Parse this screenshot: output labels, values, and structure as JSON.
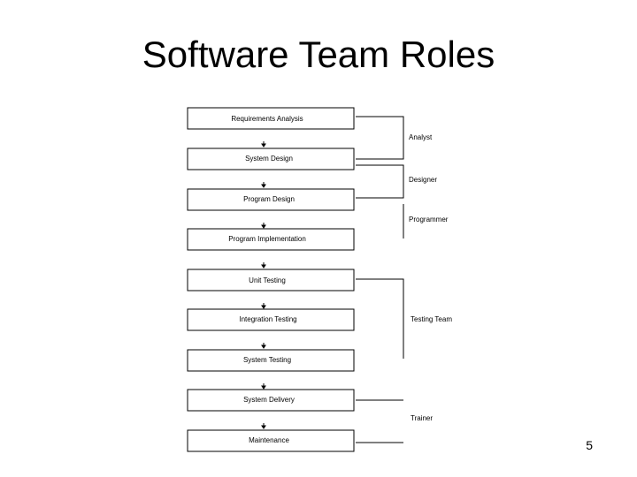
{
  "slide": {
    "title": "Software Team Roles",
    "page_number": "5"
  },
  "diagram": {
    "stages": [
      "Requirements Analysis",
      "System Design",
      "Program Design",
      "Program Implementation",
      "Unit Testing",
      "Integration Testing",
      "System Testing",
      "System Delivery",
      "Maintenance"
    ],
    "roles": [
      "Analyst",
      "Designer",
      "Programmer",
      "Testing Team",
      "Trainer"
    ]
  }
}
